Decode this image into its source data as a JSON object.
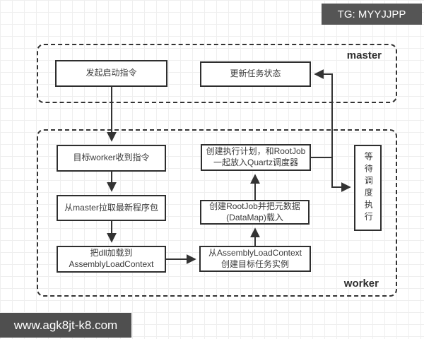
{
  "badges": {
    "tg": "TG: MYYJJPP",
    "watermark": "www.agk8jt-k8.com"
  },
  "master": {
    "label": "master",
    "nodes": {
      "start": "发起启动指令",
      "update_status": "更新任务状态"
    }
  },
  "worker": {
    "label": "worker",
    "nodes": {
      "receive": "目标worker收到指令",
      "pull": "从master拉取最新程序包",
      "load_dll": {
        "line1": "把dll加载到",
        "line2": "AssemblyLoadContext"
      },
      "create_instance": {
        "line1": "从AssemblyLoadContext",
        "line2": "创建目标任务实例"
      },
      "create_rootjob": {
        "line1": "创建RootJob并把元数据",
        "line2": "(DataMap)载入"
      },
      "create_plan": {
        "line1": "创建执行计划，和RootJob",
        "line2": "一起放入Quartz调度器"
      },
      "wait": "等待调度执行"
    }
  },
  "colors": {
    "line": "#333333",
    "node_border": "#2e2e2e",
    "node_bg": "#ffffff",
    "badge_bg": "#555555",
    "badge_text": "#ffffff",
    "grid": "#efefef"
  }
}
